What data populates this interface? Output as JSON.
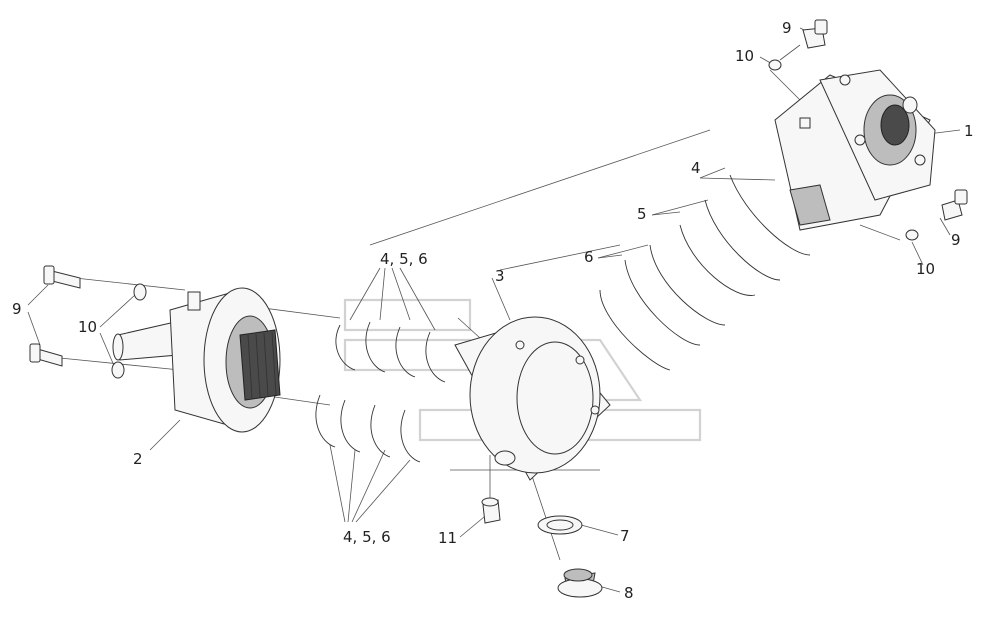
{
  "callouts": {
    "c1": "1",
    "c2": "2",
    "c3": "3",
    "c4_top": "4",
    "c5_top": "5",
    "c6_top": "6",
    "c456_upper": "4, 5, 6",
    "c456_lower": "4, 5, 6",
    "c7": "7",
    "c8": "8",
    "c9_top": "9",
    "c9_right": "9",
    "c9_left": "9",
    "c10_top": "10",
    "c10_right": "10",
    "c10_left": "10",
    "c11": "11"
  }
}
